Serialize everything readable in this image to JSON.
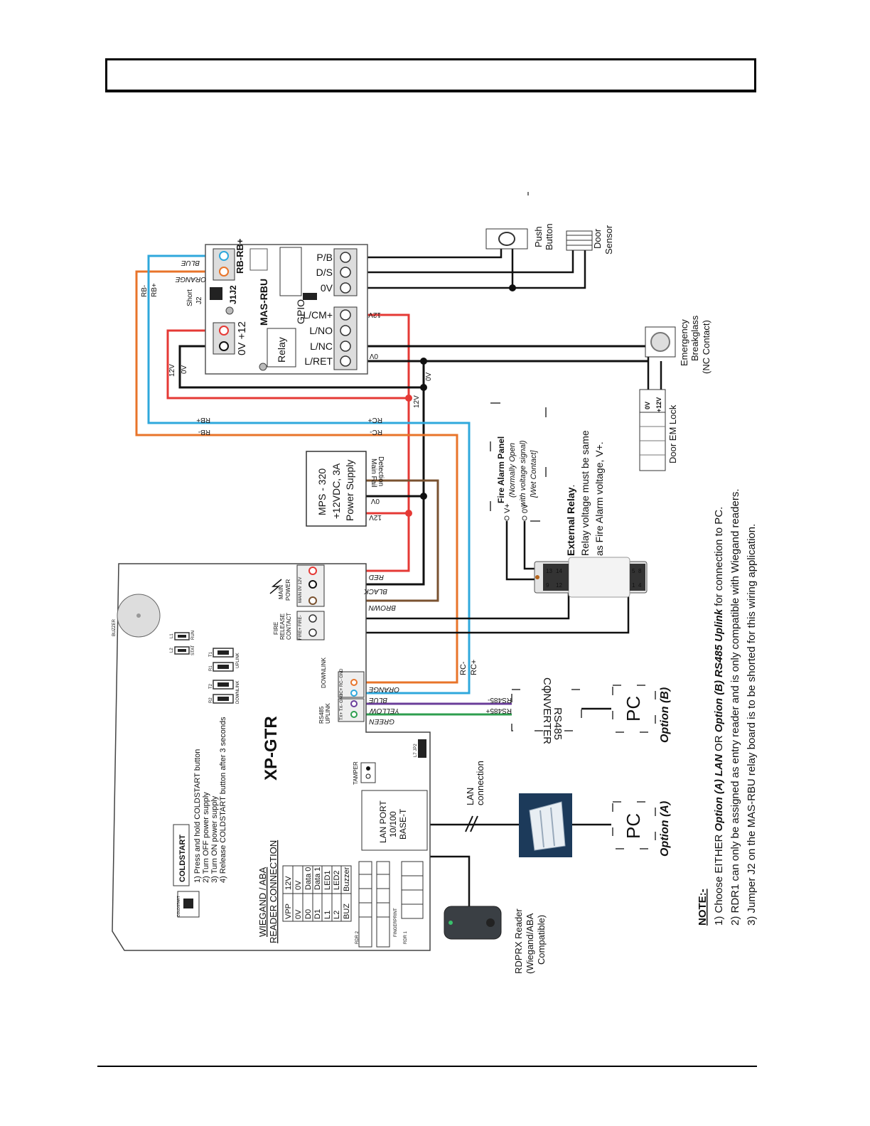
{
  "header": {
    "title": ""
  },
  "colors": {
    "red": "#e53935",
    "black": "#111111",
    "brown": "#7a5230",
    "blue": "#2fa8dc",
    "orange": "#e8742a",
    "purple": "#6a3d9a",
    "green": "#2e9e4f"
  },
  "controller": {
    "name": "XP-GTR",
    "coldstart_small": "COLDSTART",
    "coldstart_label": "COLDSTART",
    "coldstart_steps": [
      "1) Press and hold COLDSTART button",
      "2) Turn OFF power supply",
      "3) Turn ON power supply",
      "4) Release COLDSTART button after 3 seconds"
    ],
    "reader_title_1": "WIEGAND / ABA",
    "reader_title_2": "READER CONNECTION",
    "reader_table": [
      [
        "VPP",
        "12V"
      ],
      [
        "0V",
        "0V"
      ],
      [
        "D0",
        "Data 0"
      ],
      [
        "D1",
        "Data 1"
      ],
      [
        "L1",
        "LED1"
      ],
      [
        "L2",
        "LED2"
      ],
      [
        "BUZ",
        "Buzzer"
      ]
    ],
    "buzzer": "BUZZER",
    "tamper": "TAMPER",
    "lan_port": [
      "LAN PORT",
      "10/100",
      "BASE-T"
    ],
    "main_power": [
      "MAIN",
      "POWER"
    ],
    "main_power_pins": "MAIN 0V 12V",
    "fire_release": [
      "FIRE",
      "RELEASE",
      "CONTACT"
    ],
    "fire_pins": "FIRE+ FIRE-",
    "downlink": "DOWNLINK",
    "downlink_pins": "RC+ RC- GND",
    "rs485_uplink": [
      "RS485",
      "UPLINK"
    ],
    "uplink_pins": "TX+ TX- GND",
    "leds": [
      "L2",
      "L1",
      "STAT",
      "RUN"
    ],
    "uplink_leds": [
      "T1",
      "R1",
      "T2",
      "R2"
    ],
    "uplink_led_label": "UPLINK",
    "downlink_led_label": "DOWNLINK",
    "rdr2": "RDR 2",
    "rdr1": "RDR 1",
    "fingerprint": "FINGERPRINT",
    "l7": "L7 JP2"
  },
  "wire_labels": {
    "red": "RED",
    "black": "BLACK",
    "brown": "BROWN",
    "orange": "ORANGE",
    "blue": "BLUE",
    "yellow": "YELLOW",
    "green": "GREEN",
    "rc_minus": "RC-",
    "rc_plus": "RC+",
    "rb_minus": "RB-",
    "rb_plus": "RB+",
    "v12": "12V",
    "v0": "0V",
    "rs485_minus": "RS485-",
    "rs485_plus": "RS485+"
  },
  "relay_board": {
    "name": "MAS-RBU",
    "relay": "Relay",
    "gpio": "GPIO",
    "j1j2": "J1J2",
    "short_j2": [
      "Short",
      "J2"
    ],
    "rb_terminal": "RB-RB+",
    "power_terminal": "0V +12",
    "terminals": [
      "P/B",
      "D/S",
      "0V",
      "L/CM+",
      "L/NO",
      "L/NC",
      "L/RET"
    ]
  },
  "power_supply": {
    "lines": [
      "MPS - 320",
      "+12VDC, 3A",
      "Power Supply"
    ],
    "main_fail": [
      "Main Fail",
      "Detection"
    ],
    "v0": "0V",
    "v12": "12V"
  },
  "devices": {
    "push_button": [
      "Push",
      "Button"
    ],
    "door_sensor": [
      "Door",
      "Sensor"
    ],
    "breakglass": [
      "Emergency",
      "Breakglass",
      "(NC Contact)"
    ],
    "em_lock": "Door EM Lock",
    "em_lock_pins": [
      "0V",
      "+12V"
    ],
    "fire_panel": [
      "Fire Alarm Panel",
      "(Normally Open",
      "with voltage signal)",
      "[Wet Contact]"
    ],
    "fire_panel_pins": [
      "V+",
      "0V"
    ],
    "external_relay_bold": "External Relay",
    "external_relay_lines": [
      "Relay voltage must be same",
      "as Fire Alarm voltage, V+."
    ],
    "relay_pins": [
      "13",
      "14",
      "9",
      "12",
      "5",
      "8",
      "1",
      "4"
    ],
    "converter": [
      "RS485",
      "CONVERTER"
    ],
    "pc": "PC",
    "option_a": "Option (A)",
    "option_b": "Option (B)",
    "lan_connection": [
      "LAN",
      "connection"
    ],
    "reader": [
      "RDPRX Reader",
      "(Wiegand/ABA",
      "Compatible)"
    ]
  },
  "notes": {
    "heading": "NOTE:-",
    "line1": {
      "pre": "1) Choose EITHER ",
      "optA": "Option (A) LAN",
      "mid": " OR ",
      "optB": "Option (B) RS485 Uplink",
      "post": " for connection to PC."
    },
    "line2": "2) RDR1 can only be assigned as entry reader and is only compatible with Wiegand readers.",
    "line3": "3) Jumper J2 on the MAS-RBU relay board is to be shorted for this wiring application."
  }
}
